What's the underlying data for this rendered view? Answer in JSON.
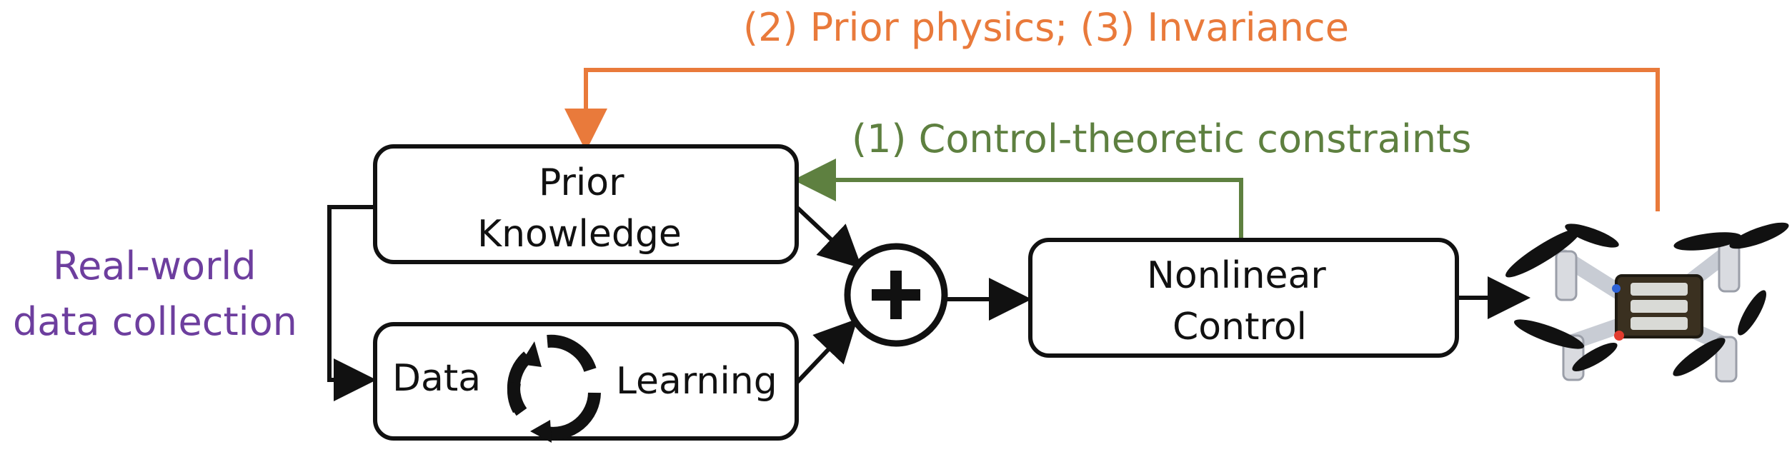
{
  "feedback": {
    "orange_label": "(2) Prior physics; (3) Invariance",
    "green_label": "(1) Control-theoretic constraints"
  },
  "blocks": {
    "prior_line1": "Prior",
    "prior_line2": "Knowledge",
    "data_label": "Data",
    "learning_label": "Learning",
    "control_line1": "Nonlinear",
    "control_line2": "Control"
  },
  "side_label": {
    "line1": "Real-world",
    "line2": "data collection"
  },
  "icons": {
    "sum": "circled-plus-icon",
    "cycle": "refresh-cycle-icon",
    "robot": "quadrotor-drone-icon"
  },
  "colors": {
    "orange": "#E97A3B",
    "green": "#5E8040",
    "purple": "#6D3E9E",
    "black": "#111111"
  }
}
